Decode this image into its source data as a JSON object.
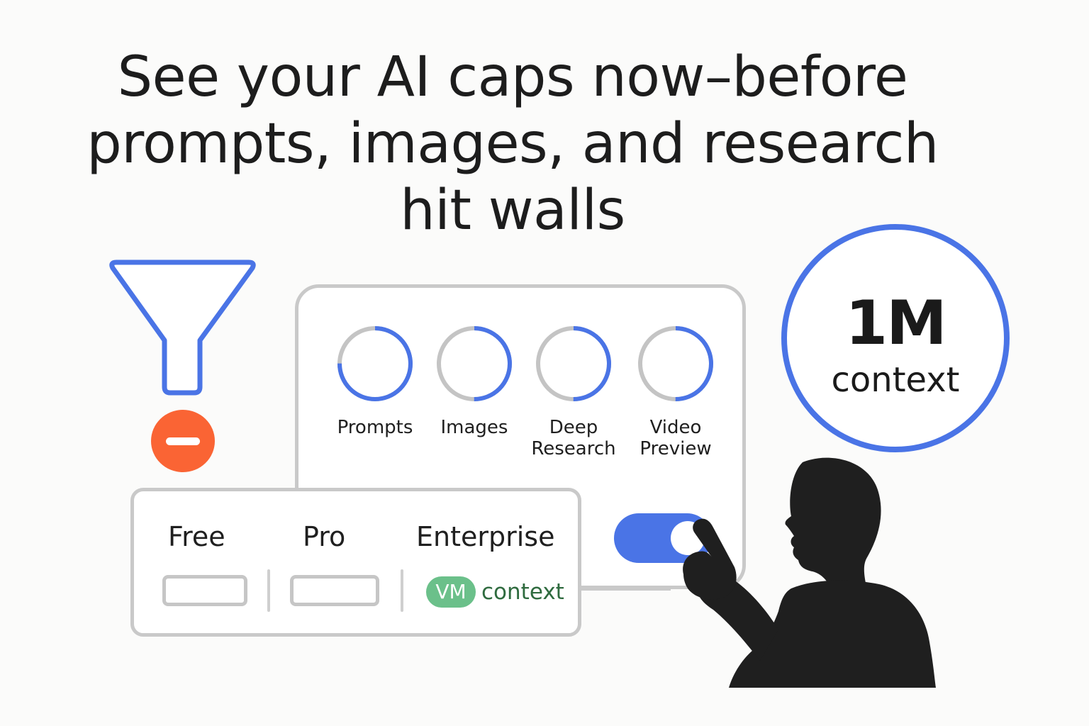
{
  "headline": {
    "line1": "See your AI caps now–before",
    "line2": "prompts, images, and research",
    "line3": "hit walls"
  },
  "colors": {
    "accent": "#4a74e6",
    "track": "#c4c4c4",
    "alert": "#fa6434",
    "badge": "#6bc08a",
    "silhouette": "#1f1f1f"
  },
  "icons": {
    "funnel": "funnel-icon",
    "remove": "minus-circle-icon",
    "person": "person-pointing-icon"
  },
  "usage": {
    "meters": [
      {
        "label": "Prompts",
        "fraction": 0.75
      },
      {
        "label": "Images",
        "fraction": 0.5
      },
      {
        "label": "Deep\nResearch",
        "fraction": 0.5
      },
      {
        "label": "Video\nPreview",
        "fraction": 0.5
      }
    ],
    "toggle_on": true
  },
  "plans": {
    "free": "Free",
    "pro": "Pro",
    "enterprise": "Enterprise",
    "badge": "VM",
    "badge_text": "context"
  },
  "context": {
    "value": "1M",
    "label": "context"
  }
}
